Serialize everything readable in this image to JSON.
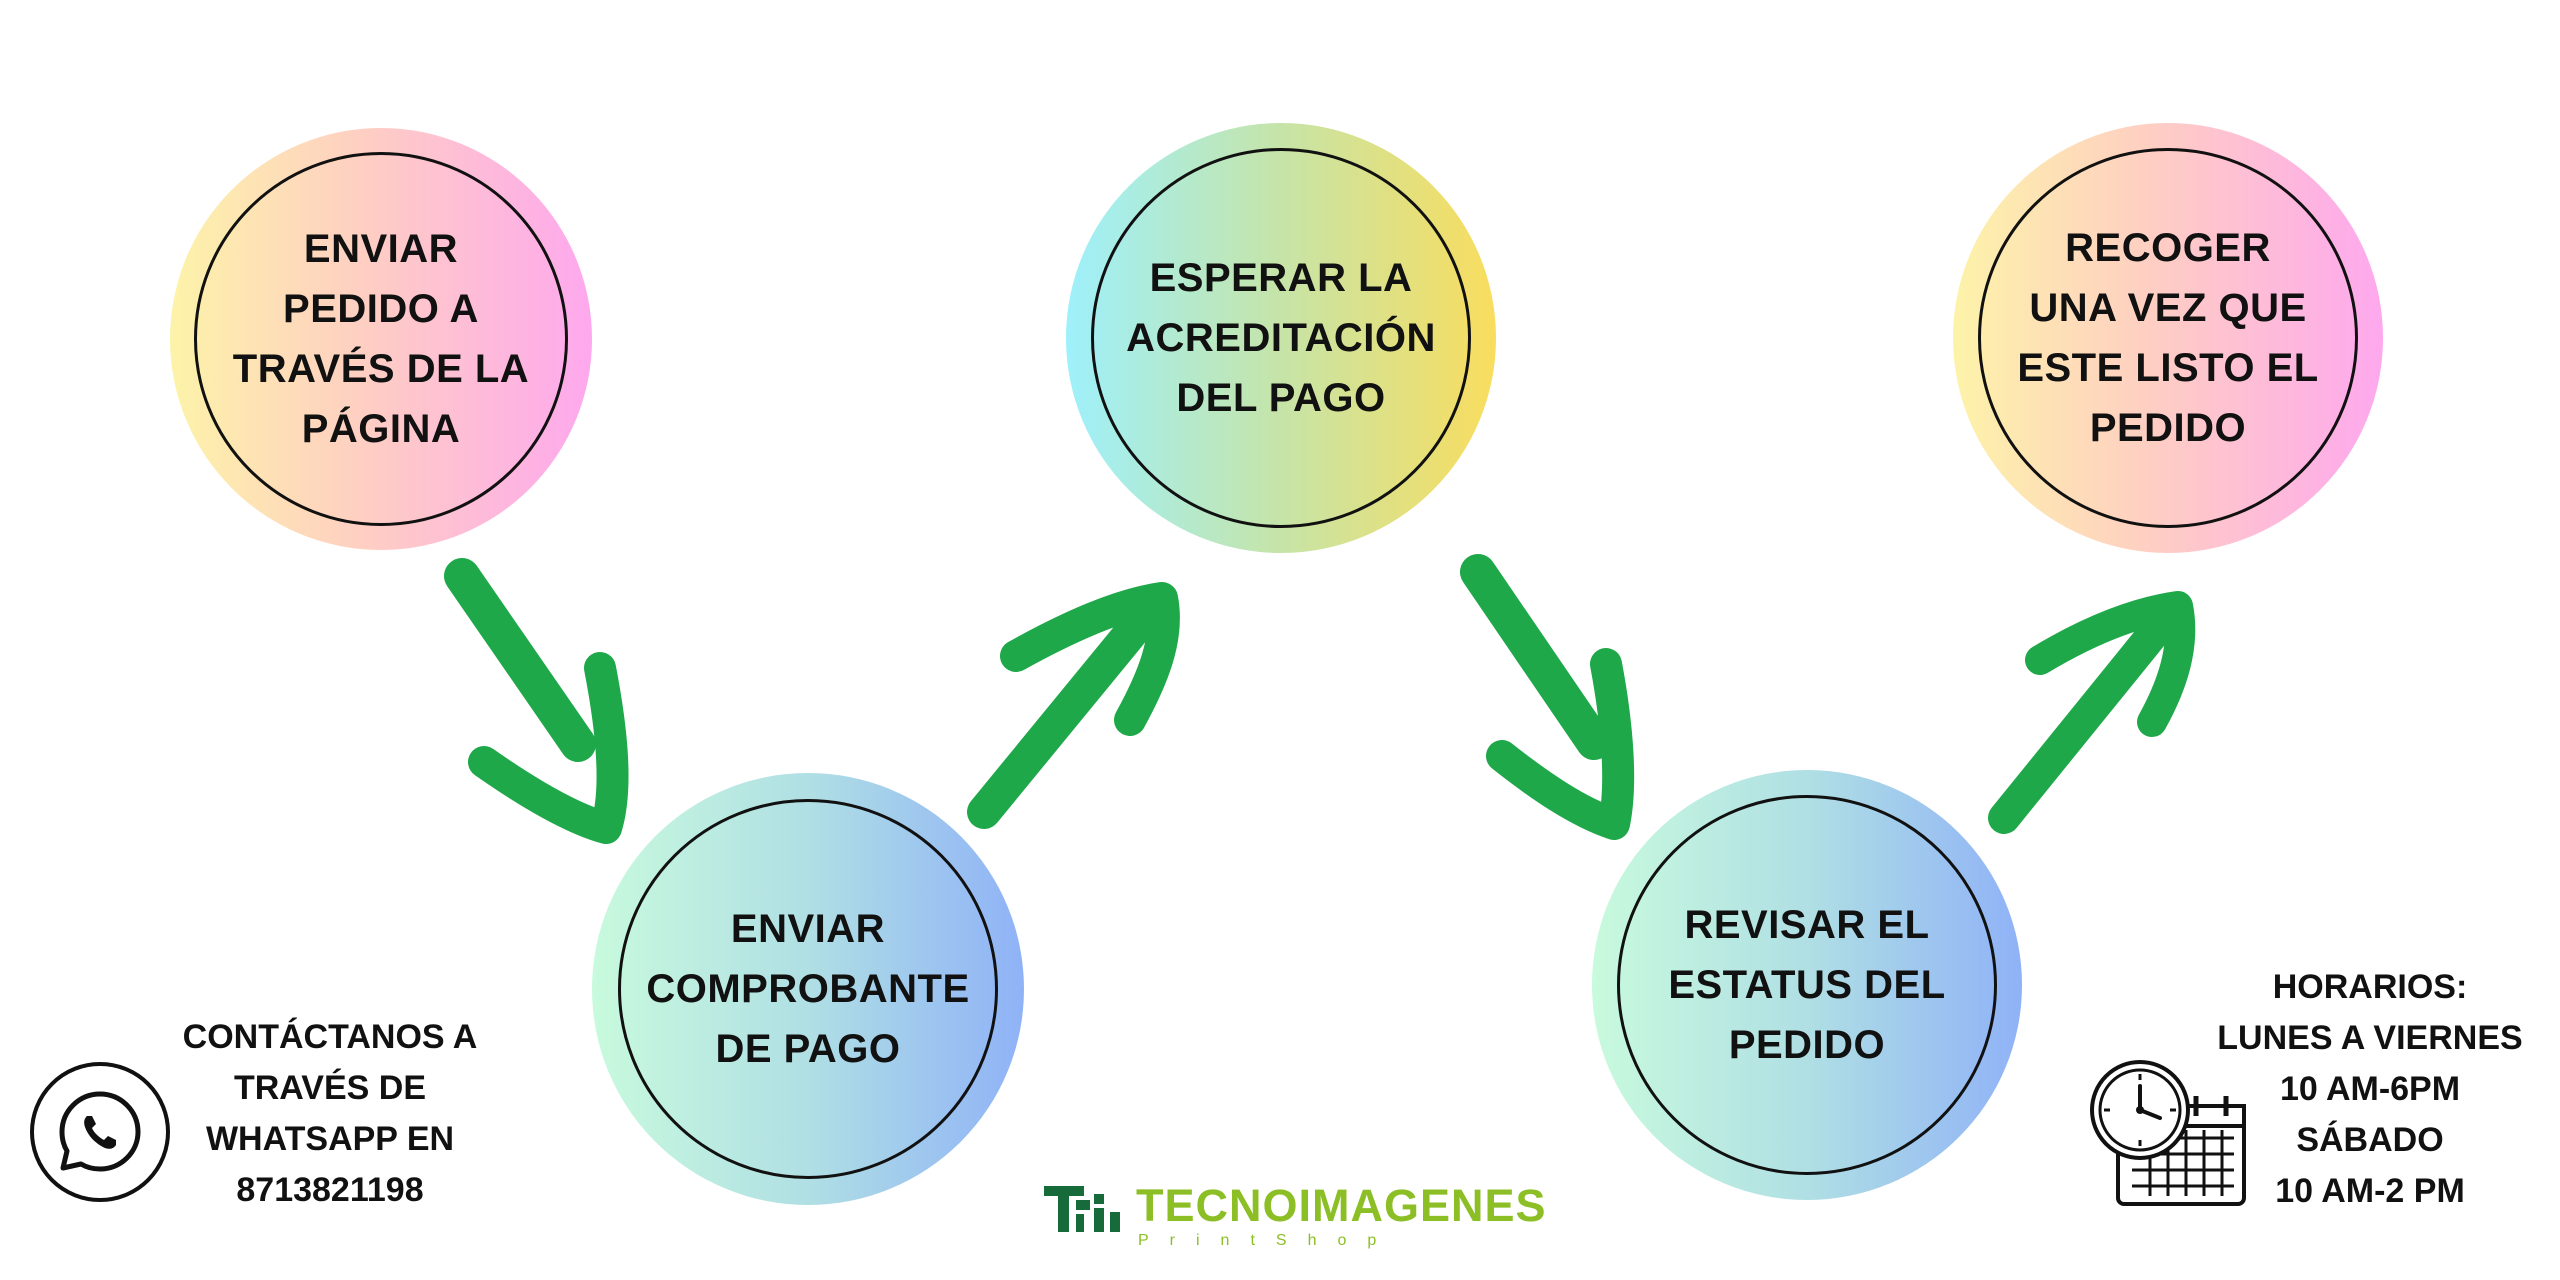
{
  "steps": [
    {
      "label": "ENVIAR\nPEDIDO A\nTRAVÉS DE LA\nPÁGINA"
    },
    {
      "label": "ESPERAR LA\nACREDITACIÓN\nDEL PAGO"
    },
    {
      "label": "RECOGER\nUNA VEZ QUE\nESTE LISTO EL\nPEDIDO"
    },
    {
      "label": "ENVIAR\nCOMPROBANTE\nDE PAGO"
    },
    {
      "label": "REVISAR EL\nESTATUS DEL\nPEDIDO"
    }
  ],
  "contact": {
    "text": "CONTÁCTANOS A\nTRAVÉS DE\nWHATSAPP EN\n8713821198",
    "icon": "whatsapp-icon"
  },
  "hours": {
    "title": "HORARIOS:",
    "lines": "LUNES A VIERNES\n10 AM-6PM\nSÁBADO\n10 AM-2 PM",
    "icon": "clock-calendar-icon"
  },
  "logo": {
    "brand": "TECNOIMAGENES",
    "sub": "PrintShop"
  },
  "colors": {
    "arrow": "#1fa84a",
    "logo_dark": "#176b3a",
    "logo_light": "#8cbf26"
  }
}
